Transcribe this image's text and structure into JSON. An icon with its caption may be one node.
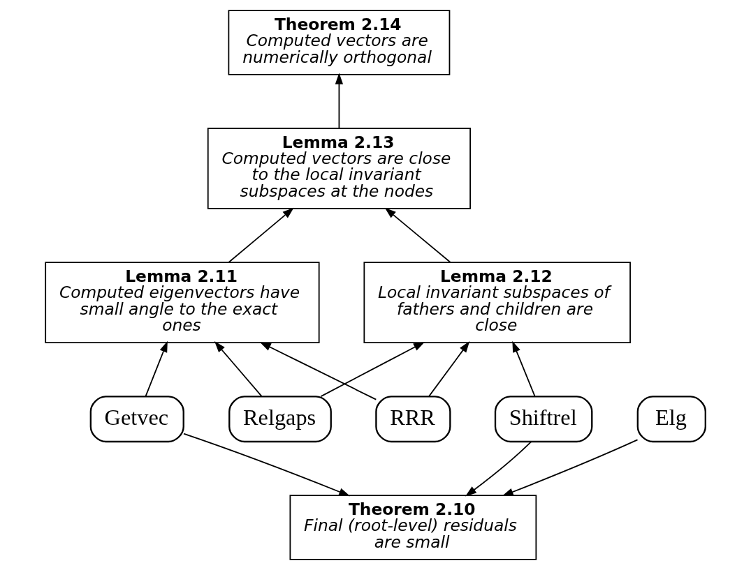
{
  "diagram": {
    "nodes": [
      {
        "text": [
          "Theorem 2.14",
          "Computed vectors are numerically orthogonal"
        ]
      },
      {
        "text": [
          "Lemma 2.13",
          "Computed vectors are close to the local invariant subspaces at the nodes"
        ]
      },
      {
        "text": [
          "Lemma 2.11",
          "Computed eigenvectors have small angle to the exact ones"
        ]
      },
      {
        "text": [
          "Lemma 2.12",
          "Local invariant subspaces of fathers and children are close"
        ]
      },
      {
        "text": [
          "Getvec"
        ]
      },
      {
        "text": [
          "RRR"
        ]
      },
      {
        "text": [
          "Elg"
        ]
      },
      {
        "text": [
          "Relgaps"
        ]
      },
      {
        "text": [
          "Shiftrel"
        ]
      },
      {
        "text": [
          "Theorem 2.10",
          "Final (root-level) residuals are small"
        ]
      }
    ],
    "edges": [
      {
        "from": 1,
        "to": 0,
        "arrow": "to"
      },
      {
        "from": 2,
        "to": 1,
        "arrow": "to"
      },
      {
        "from": 3,
        "to": 1,
        "arrow": "to"
      },
      {
        "from": 4,
        "to": 2,
        "arrow": "to"
      },
      {
        "from": 5,
        "to": 2,
        "arrow": "to"
      },
      {
        "from": 5,
        "to": 3,
        "arrow": "to"
      },
      {
        "from": 7,
        "to": 2,
        "arrow": "to"
      },
      {
        "from": 7,
        "to": 3,
        "arrow": "to"
      },
      {
        "from": 8,
        "to": 3,
        "arrow": "to"
      },
      {
        "from": 4,
        "to": 9,
        "arrow": "to"
      },
      {
        "from": 6,
        "to": 9,
        "arrow": "to"
      },
      {
        "from": 8,
        "to": 9,
        "arrow": "to"
      }
    ]
  }
}
